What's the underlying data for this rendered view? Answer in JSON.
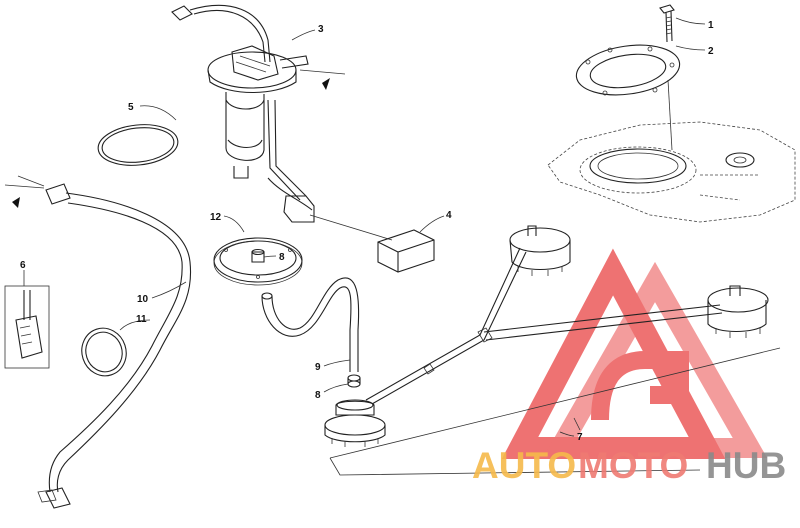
{
  "callouts": [
    {
      "id": "1",
      "label": "1"
    },
    {
      "id": "2",
      "label": "2"
    },
    {
      "id": "3",
      "label": "3"
    },
    {
      "id": "4",
      "label": "4"
    },
    {
      "id": "5",
      "label": "5"
    },
    {
      "id": "6",
      "label": "6"
    },
    {
      "id": "7",
      "label": "7"
    },
    {
      "id": "8a",
      "label": "8"
    },
    {
      "id": "8b",
      "label": "8"
    },
    {
      "id": "9",
      "label": "9"
    },
    {
      "id": "10",
      "label": "10"
    },
    {
      "id": "11",
      "label": "11"
    },
    {
      "id": "12",
      "label": "12"
    }
  ],
  "watermark": {
    "part1": "AUTO",
    "part2": "MOTO",
    "part3": "HUB",
    "color_part1": "#f5b94a",
    "color_part2": "#ee7a72",
    "color_part3": "#8a8a8a",
    "triangle_color": "#ec5a5a"
  }
}
